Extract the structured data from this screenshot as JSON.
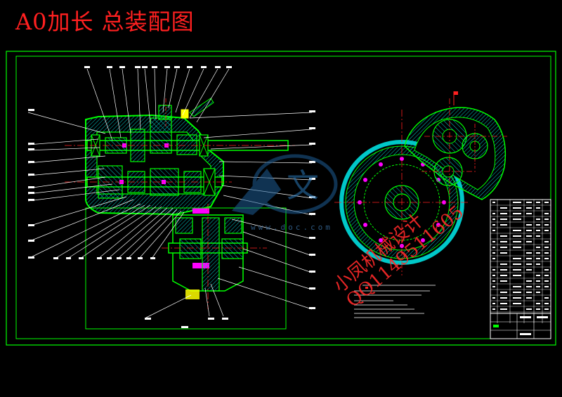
{
  "drawing": {
    "title": "A0加长  总装配图",
    "watermark_line1": "小凤机械设计",
    "watermark_line2": "QQ1149511605",
    "watermark_site": "www.doc.com"
  },
  "colors": {
    "background": "#000000",
    "border": "#00ff00",
    "section": "#00ff00",
    "hatch": "#00c8c8",
    "centerline": "#ff2020",
    "label": "#ffffff",
    "accent": "#ff00ff",
    "highlight": "#ffff00",
    "watermark": "#ff2a2a"
  }
}
